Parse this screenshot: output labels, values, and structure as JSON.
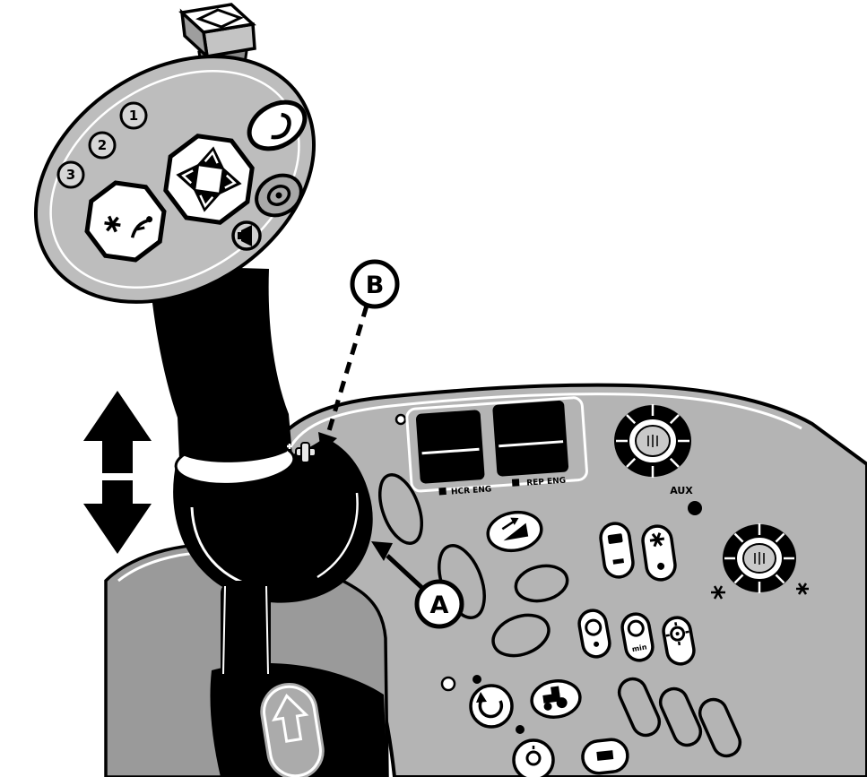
{
  "figure": {
    "callouts": {
      "a": "A",
      "b": "B"
    }
  },
  "joystick_head": {
    "button_1": "1",
    "button_2": "2",
    "button_3": "3"
  },
  "console": {
    "left_rocker_label": "HCR ENG",
    "right_rocker_label": "REP ENG",
    "knob_label": "AUX",
    "rpm_button_label": "min"
  },
  "icons": {
    "top_switch": "diamond-switch-icon",
    "head_pad_center": "four-way-arrows-icon",
    "head_pad_left": "star-and-sprout-icon",
    "head_oval": "hook-arrow-icon",
    "head_small": "horn-icon",
    "movement": "up-down-arrow-icon",
    "armrest": "up-arrow-icon",
    "console_center": "ramp-arrow-icon",
    "round_button": "rotate-icon",
    "tractor_button": "tractor-icon",
    "pto_button": "pto-icon",
    "gear_button": "gear-icon"
  },
  "colors": {
    "line_black": "#000000",
    "panel_gray": "#b4b4b4",
    "head_gray": "#bdbdbd",
    "armrest_gray": "#9a9a9a",
    "white": "#ffffff"
  }
}
